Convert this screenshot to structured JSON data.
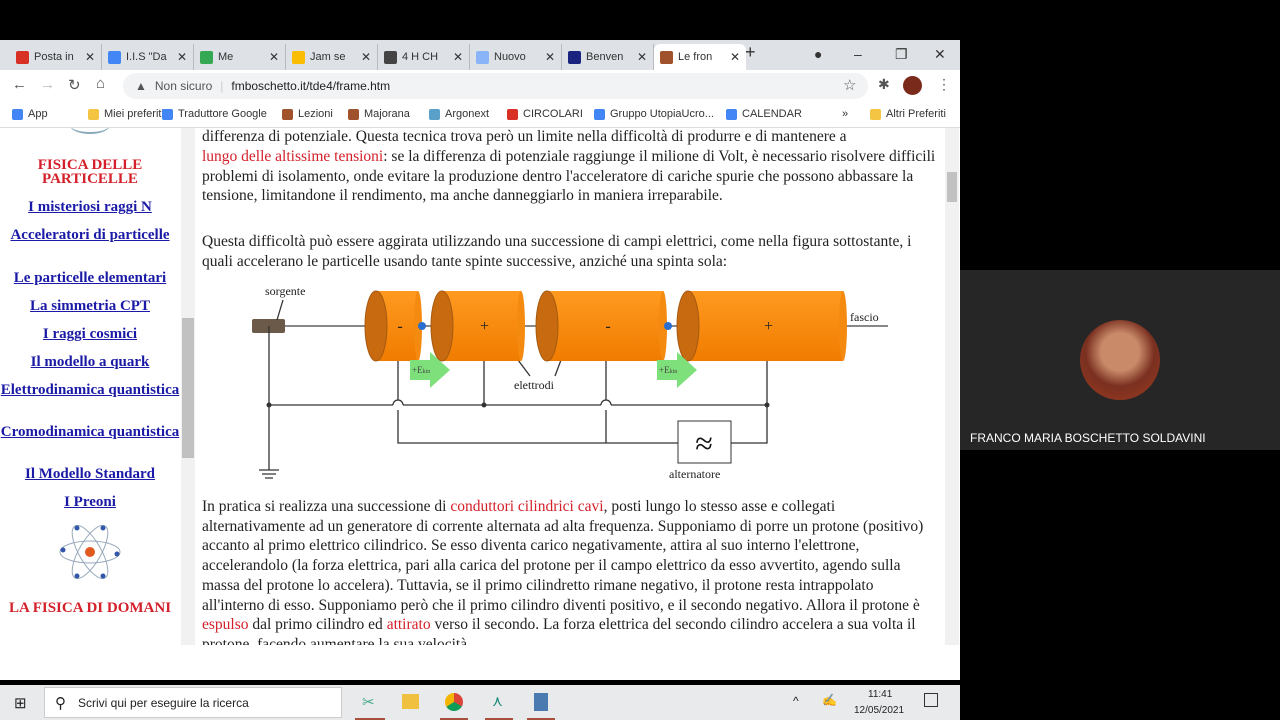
{
  "browser": {
    "tabs": [
      {
        "label": "Posta in",
        "color": "#d93025"
      },
      {
        "label": "I.I.S \"Da",
        "color": "#4285f4"
      },
      {
        "label": "Me",
        "color": "#34a853"
      },
      {
        "label": "Jam se",
        "color": "#fbbc04"
      },
      {
        "label": "4 H CH",
        "color": "#444444"
      },
      {
        "label": "Nuovo",
        "color": "#8ab4f8"
      },
      {
        "label": "Benven",
        "color": "#1a237e"
      },
      {
        "label": "Le fron",
        "color": "#a0522d"
      }
    ],
    "new_tab": "+",
    "security": "Non sicuro",
    "url": "fmboschetto.it/tde4/frame.htm",
    "bookmarks": [
      {
        "label": "App",
        "color": "#4285f4"
      },
      {
        "label": "Miei preferiti",
        "color": "#f4c542"
      },
      {
        "label": "Traduttore Google",
        "color": "#4285f4"
      },
      {
        "label": "Lezioni",
        "color": "#a0522d"
      },
      {
        "label": "Majorana",
        "color": "#a0522d"
      },
      {
        "label": "Argonext",
        "color": "#5aa0c8"
      },
      {
        "label": "CIRCOLARI",
        "color": "#d93025"
      },
      {
        "label": "Gruppo UtopiaUcro...",
        "color": "#4285f4"
      },
      {
        "label": "CALENDAR",
        "color": "#4285f4"
      }
    ],
    "more_bookmarks": "»",
    "other_bookmarks": "Altri Preferiti"
  },
  "sidebar": {
    "heading1": "FISICA DELLE PARTICELLE",
    "links": [
      "I misteriosi raggi N",
      "Acceleratori di particelle",
      "Le particelle elementari",
      "La simmetria CPT",
      "I raggi cosmici",
      "Il modello a quark",
      "Elettrodinamica quantistica",
      "Cromodinamica quantistica",
      "Il Modello Standard",
      "I Preoni"
    ],
    "heading2": "LA FISICA DI DOMANI"
  },
  "content": {
    "p0_cut": "differenza di potenziale. Questa tecnica trova però un limite nella difficoltà di produrre e di mantenere a",
    "p1_red": "lungo delle altissime tensioni",
    "p1": ": se la differenza di potenziale raggiunge il milione di Volt, è necessario risolvere difficili problemi di isolamento, onde evitare la produzione dentro l'acceleratore di cariche spurie che possono abbassare la tensione, limitandone il rendimento, ma anche danneggiarlo in maniera irreparabile.",
    "p2": "Questa difficoltà può essere aggirata utilizzando una successione di campi elettrici, come nella figura sottostante, i quali accelerano le particelle usando tante spinte successive, anziché una spinta sola:",
    "p3_a": "In pratica si realizza una successione di ",
    "p3_red1": "conduttori cilindrici cavi",
    "p3_b": ", posti lungo lo stesso asse e collegati alternativamente ad un generatore di corrente alternata ad alta frequenza. Supponiamo di porre un protone (positivo) accanto al primo elettrico cilindrico. Se esso diventa carico negativamente, attira al suo interno l'elettrone, accelerandolo (la forza elettrica, pari alla carica del protone per il campo elettrico da esso avvertito, agendo sulla massa del protone lo accelera). Tuttavia, se il primo cilindretto rimane negativo, il protone resta intrappolato all'interno di esso. Supponiamo però che il primo cilindro diventi positivo, e il secondo negativo. Allora il protone è ",
    "p3_red2": "espulso",
    "p3_c": " dal primo cilindro ed ",
    "p3_red3": "attirato",
    "p3_d": " verso il secondo. La forza elettrica del secondo cilindro accelera a sua volta il protone, facendo aumentare la sua velocità"
  },
  "diagram": {
    "source": "sorgente",
    "beam": "fascio",
    "electrodes": "elettrodi",
    "alternator": "alternatore",
    "alternator_symbol": "≈",
    "charges": [
      "-",
      "+",
      "-",
      "+"
    ],
    "ekin": "+E",
    "ekin_sub": "kin"
  },
  "taskbar": {
    "search": "Scrivi qui per eseguire la ricerca",
    "time": "11:41",
    "date": "12/05/2021"
  },
  "participant": {
    "name": "FRANCO MARIA BOSCHETTO SOLDAVINI"
  }
}
